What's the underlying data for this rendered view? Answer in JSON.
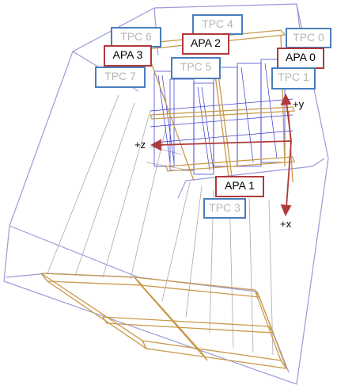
{
  "labels": {
    "tpc6": "TPC 6",
    "tpc4": "TPC 4",
    "tpc0": "TPC 0",
    "apa3": "APA 3",
    "apa2": "APA 2",
    "apa0": "APA 0",
    "tpc7": "TPC 7",
    "tpc5": "TPC 5",
    "tpc1": "TPC 1",
    "apa1": "APA 1",
    "tpc3": "TPC 3"
  },
  "axes": {
    "y": "+y",
    "z": "+z",
    "x": "+x"
  },
  "colors": {
    "tpc_border": "#4a7ebb",
    "tpc_text": "#b6b6b6",
    "apa_border": "#b03a3a",
    "axis_arrow": "#b03a3a",
    "cryostat_lines": "#9a9ad8",
    "frame_lines": "#c89a4a",
    "wire_blue": "#3333cc",
    "grid_grey": "#aaaaaa"
  }
}
